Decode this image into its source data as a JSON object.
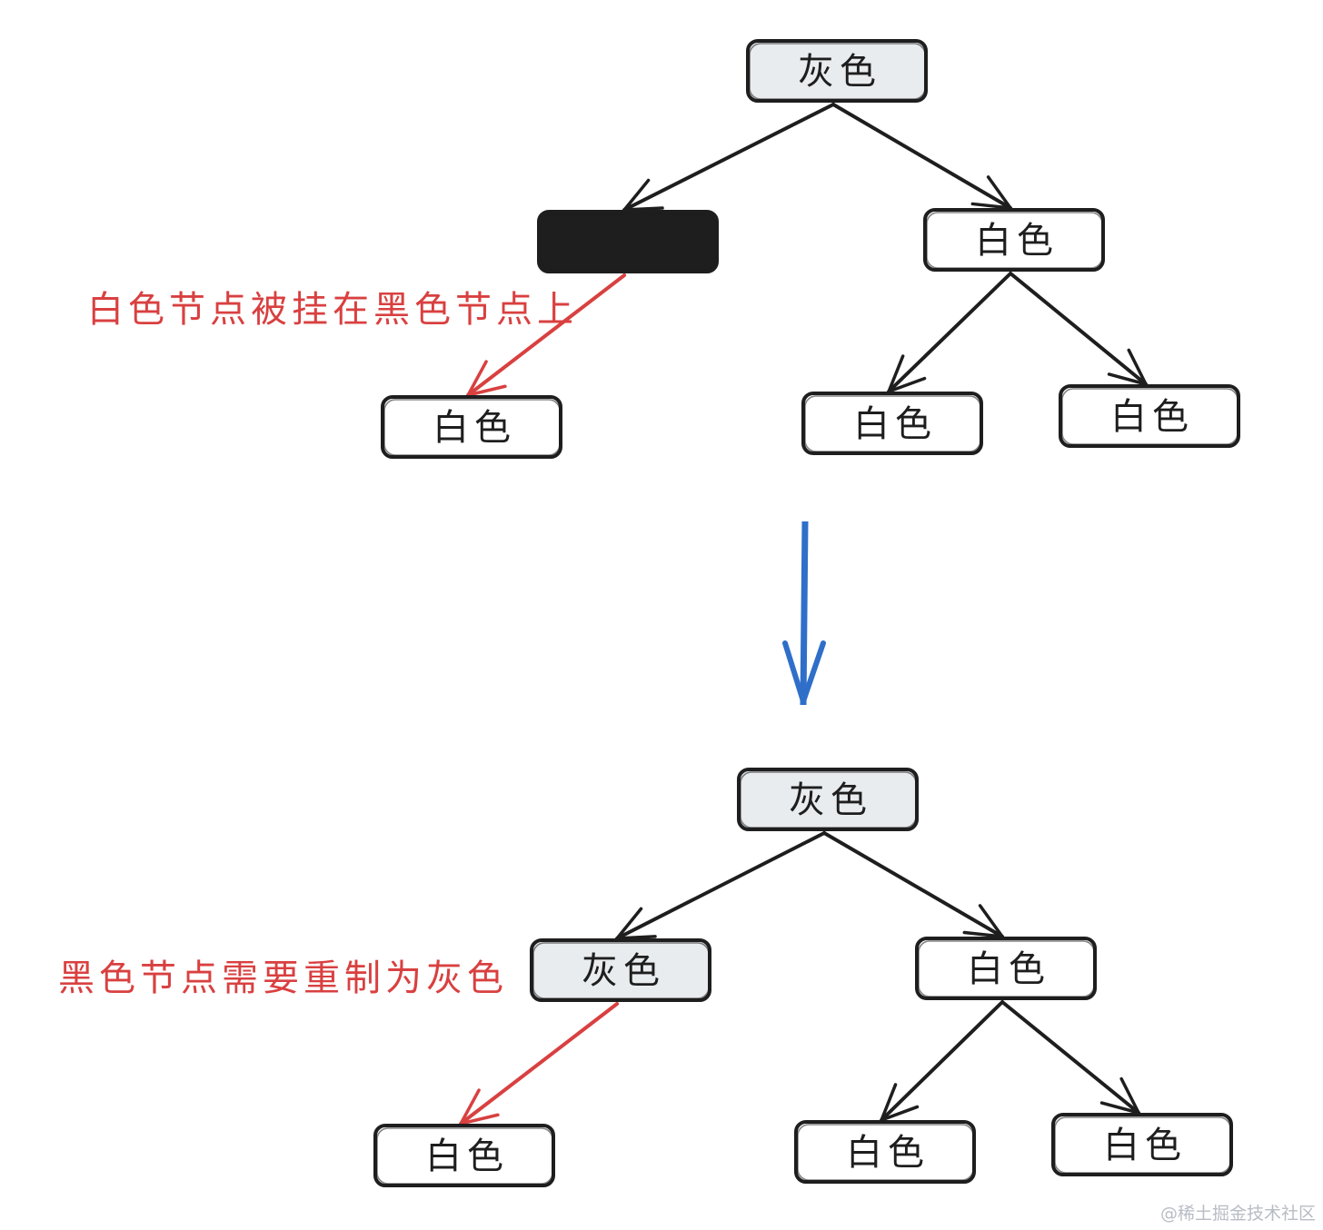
{
  "colors": {
    "white_node": "#ffffff",
    "gray_node": "#e9ecef",
    "black_node": "#1e1e1e",
    "stroke": "#1e1e1e",
    "red": "#d94040",
    "blue": "#2f6fc9"
  },
  "nodes": [
    {
      "id": "t-root",
      "label": "灰色",
      "fill": "gray"
    },
    {
      "id": "t-left",
      "label": "",
      "fill": "black"
    },
    {
      "id": "t-right",
      "label": "白色",
      "fill": "white"
    },
    {
      "id": "t-ll",
      "label": "白色",
      "fill": "white"
    },
    {
      "id": "t-rl",
      "label": "白色",
      "fill": "white"
    },
    {
      "id": "t-rr",
      "label": "白色",
      "fill": "white"
    },
    {
      "id": "b-root",
      "label": "灰色",
      "fill": "gray"
    },
    {
      "id": "b-left",
      "label": "灰色",
      "fill": "gray"
    },
    {
      "id": "b-right",
      "label": "白色",
      "fill": "white"
    },
    {
      "id": "b-ll",
      "label": "白色",
      "fill": "white"
    },
    {
      "id": "b-rl",
      "label": "白色",
      "fill": "white"
    },
    {
      "id": "b-rr",
      "label": "白色",
      "fill": "white"
    }
  ],
  "edges": [
    {
      "from": "t-root",
      "to": "t-left",
      "color": "stroke"
    },
    {
      "from": "t-root",
      "to": "t-right",
      "color": "stroke"
    },
    {
      "from": "t-left",
      "to": "t-ll",
      "color": "red"
    },
    {
      "from": "t-right",
      "to": "t-rl",
      "color": "stroke"
    },
    {
      "from": "t-right",
      "to": "t-rr",
      "color": "stroke"
    },
    {
      "from": "b-root",
      "to": "b-left",
      "color": "stroke"
    },
    {
      "from": "b-root",
      "to": "b-right",
      "color": "stroke"
    },
    {
      "from": "b-left",
      "to": "b-ll",
      "color": "red"
    },
    {
      "from": "b-right",
      "to": "b-rl",
      "color": "stroke"
    },
    {
      "from": "b-right",
      "to": "b-rr",
      "color": "stroke"
    }
  ],
  "annotations": {
    "top": "白色节点被挂在黑色节点上",
    "bottom": "黑色节点需要重制为灰色"
  },
  "watermark": "@稀土掘金技术社区"
}
